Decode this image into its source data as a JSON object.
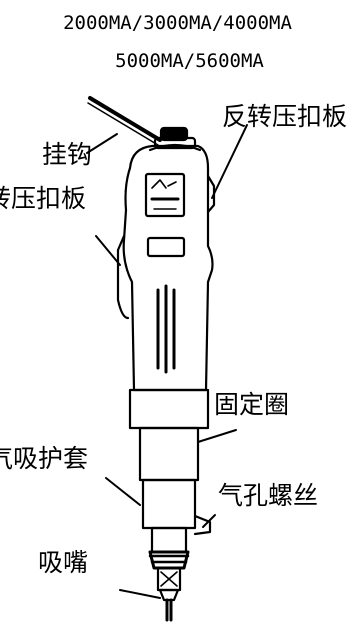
{
  "header": {
    "line1": "2000MA/3000MA/4000MA",
    "line2": "5000MA/5600MA"
  },
  "labels": {
    "hook": "挂钩",
    "reverse_plate": "反转压扣板",
    "forward_plate": "转压扣板",
    "fixing_ring": "固定圈",
    "suction_sleeve": "气吸护套",
    "air_hole_screw": "气孔螺丝",
    "suction_nozzle": "吸嘴"
  }
}
